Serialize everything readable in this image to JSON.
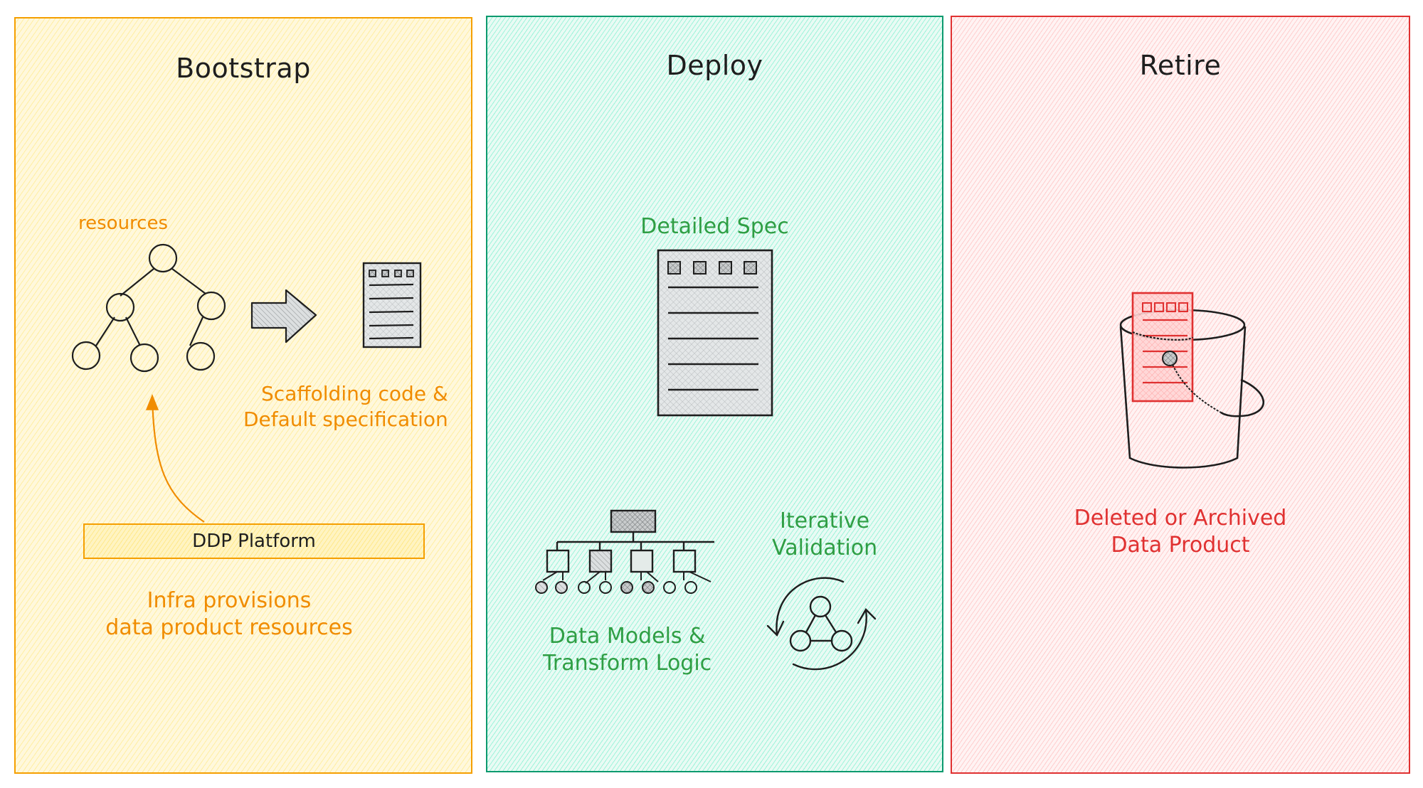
{
  "colors": {
    "bootstrap_accent": "#f08c00",
    "deploy_accent": "#2f9e44",
    "retire_accent": "#e03131",
    "bootstrap_border": "#f59f00",
    "deploy_border": "#0c9a6e",
    "retire_border": "#e03131",
    "ink": "#1e1e1e"
  },
  "panels": {
    "bootstrap": {
      "title": "Bootstrap",
      "resources_label": "resources",
      "scaffolding_label_line1": "Scaffolding code &",
      "scaffolding_label_line2": "Default specification",
      "platform_box_label": "DDP Platform",
      "caption_line1": "Infra provisions",
      "caption_line2": "data product resources",
      "icons": [
        "resource-tree-icon",
        "right-arrow-icon",
        "spec-document-icon",
        "curved-up-arrow-icon"
      ]
    },
    "deploy": {
      "title": "Deploy",
      "spec_label": "Detailed Spec",
      "models_label_line1": "Data Models &",
      "models_label_line2": "Transform Logic",
      "validation_label_line1": "Iterative",
      "validation_label_line2": "Validation",
      "icons": [
        "detailed-spec-document-icon",
        "data-model-hierarchy-icon",
        "iterative-cycle-icon"
      ]
    },
    "retire": {
      "title": "Retire",
      "caption_line1": "Deleted or Archived",
      "caption_line2": "Data Product",
      "icons": [
        "bucket-with-document-icon"
      ]
    }
  }
}
